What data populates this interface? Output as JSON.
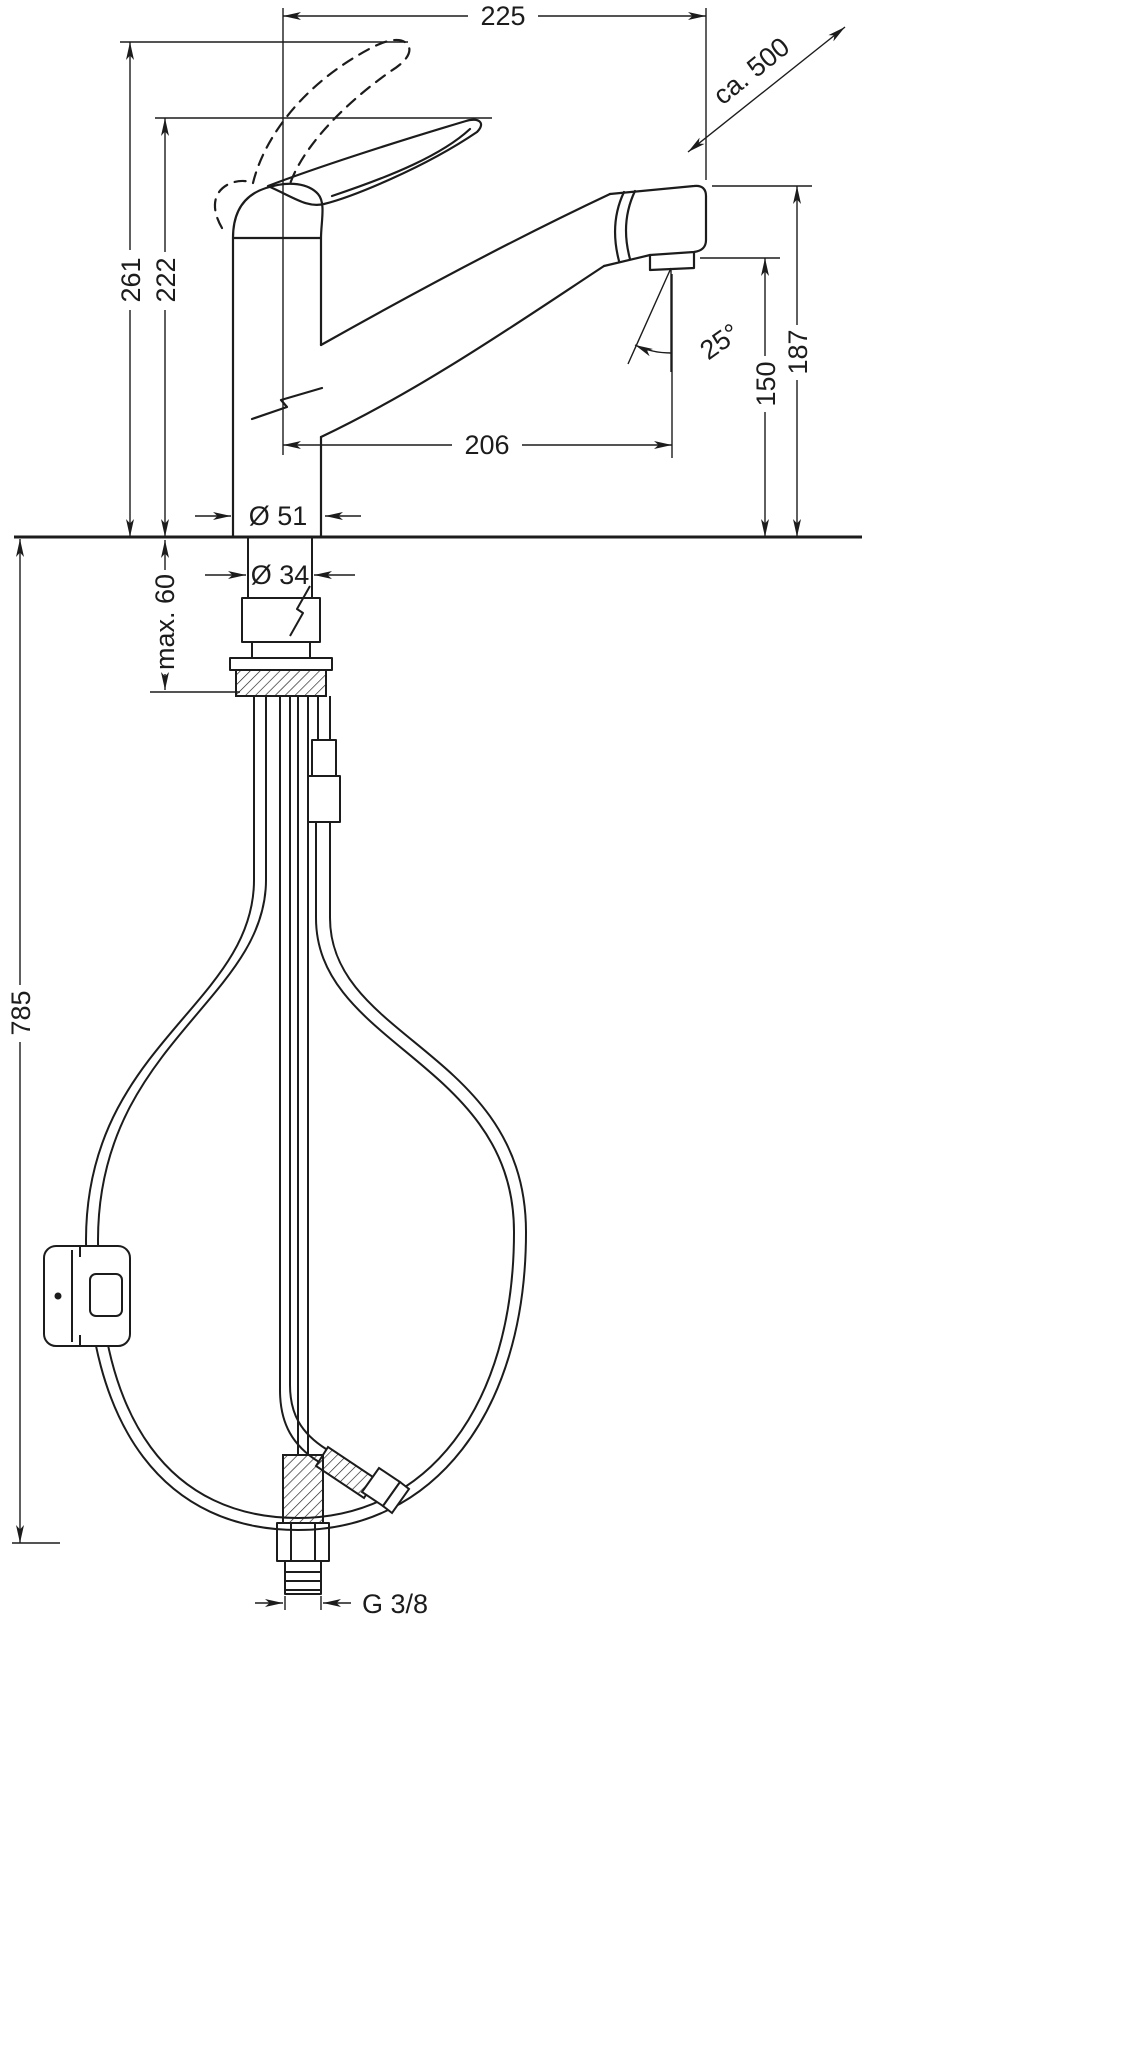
{
  "meta": {
    "title": "Kitchen mixer tap installation dimension drawing",
    "line_color": "#1c1c1c",
    "background_color": "#ffffff"
  },
  "dimensions": {
    "reach_overall": "225",
    "hose_extension": "ca. 500",
    "height_handle_open": "261",
    "height_handle_closed": "222",
    "height_head_top": "187",
    "height_aerator": "150",
    "spray_angle": "25°",
    "spout_reach": "206",
    "base_diameter": "Ø 51",
    "shank_diameter": "Ø 34",
    "max_mounting_thickness": "max. 60",
    "hose_length_below": "785",
    "connection_thread": "G 3/8"
  }
}
